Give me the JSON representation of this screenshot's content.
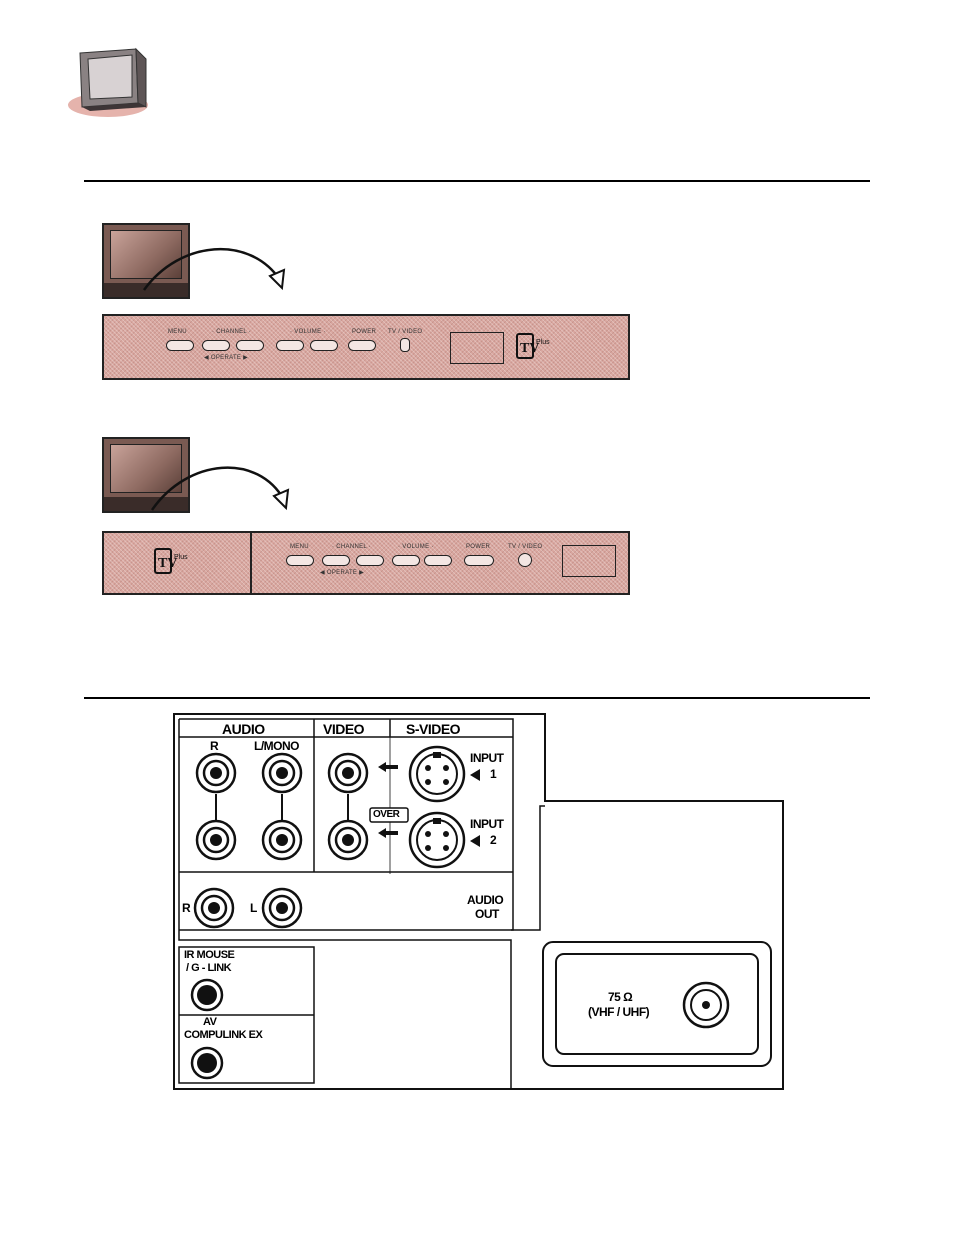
{
  "connector_panel": {
    "audio_header": "AUDIO",
    "video_header": "VIDEO",
    "svideo_header": "S-VIDEO",
    "audio_r": "R",
    "audio_l_mono": "L/MONO",
    "input1": "INPUT",
    "input1_num": "1",
    "input2": "INPUT",
    "input2_num": "2",
    "over_label": "OVER",
    "audio_out_r": "R",
    "audio_out_l": "L",
    "audio_out_1": "AUDIO",
    "audio_out_2": "OUT",
    "ir_mouse_1": "IR MOUSE",
    "ir_mouse_2": "/ G - LINK",
    "av_1": "AV",
    "av_2": "COMPULINK  EX",
    "antenna_1": "75 Ω",
    "antenna_2": "(VHF / UHF)"
  },
  "colors": {
    "panel_fill": "#d9a7a0",
    "icon_fill": "#e3b5ae"
  }
}
